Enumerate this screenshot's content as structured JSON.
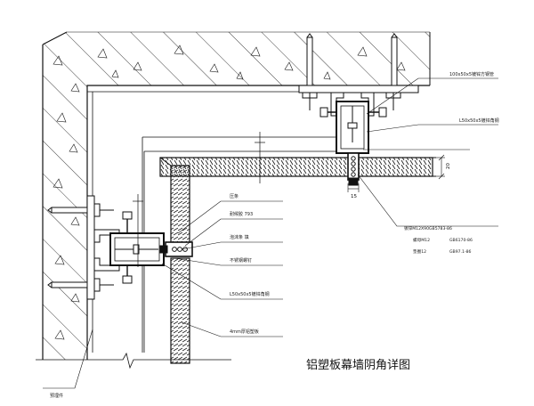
{
  "title": "铝塑板幕墙阴角详图",
  "labels": {
    "tube_top": "100x50x5镀锌方钢管",
    "angle_right": "L50x50x5镀锌角钢",
    "bolt": "镀锌M12X90GB5783-86",
    "nut": "螺母M12",
    "nut_std": "GB6170-86",
    "washer": "垫圈12",
    "washer_std": "GB97.1-86",
    "left_1": "压条",
    "left_2": "耐候胶 793",
    "left_3": "泡沫条 填",
    "left_4": "不锈钢螺钉",
    "angle_left": "L50x50x5镀锌角钢",
    "panel": "4mm厚铝塑板",
    "bottom": "预埋件"
  },
  "dims": {
    "d20": "20",
    "d15": "15"
  }
}
